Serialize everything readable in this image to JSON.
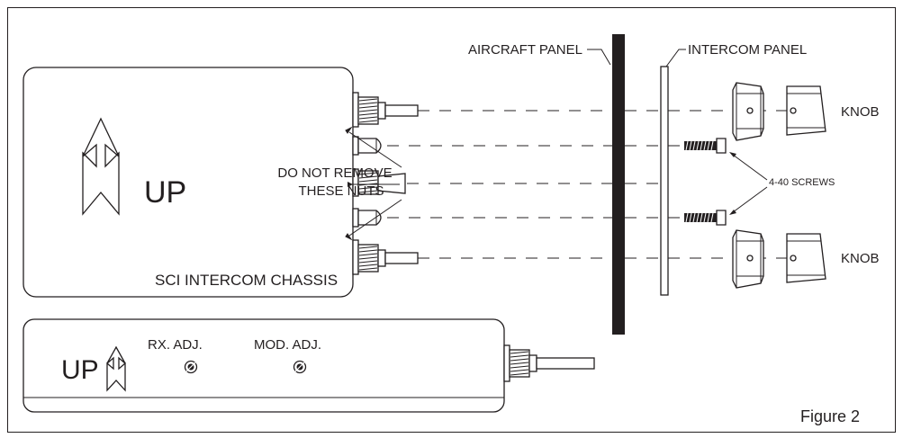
{
  "labels": {
    "aircraft_panel": "AIRCRAFT PANEL",
    "intercom_panel": "INTERCOM PANEL",
    "knob_top": "KNOB",
    "knob_bottom": "KNOB",
    "up_main": "UP",
    "do_not_remove_line1": "DO NOT REMOVE",
    "do_not_remove_line2": "THESE NUTS",
    "screws": "4-40 SCREWS",
    "chassis": "SCI INTERCOM CHASSIS",
    "up_bottom": "UP",
    "rx_adj": "RX. ADJ.",
    "mod_adj": "MOD. ADJ.",
    "figure": "Figure 2"
  },
  "colors": {
    "ink": "#231f20",
    "panel_bar": "#231f20",
    "background": "#ffffff"
  }
}
